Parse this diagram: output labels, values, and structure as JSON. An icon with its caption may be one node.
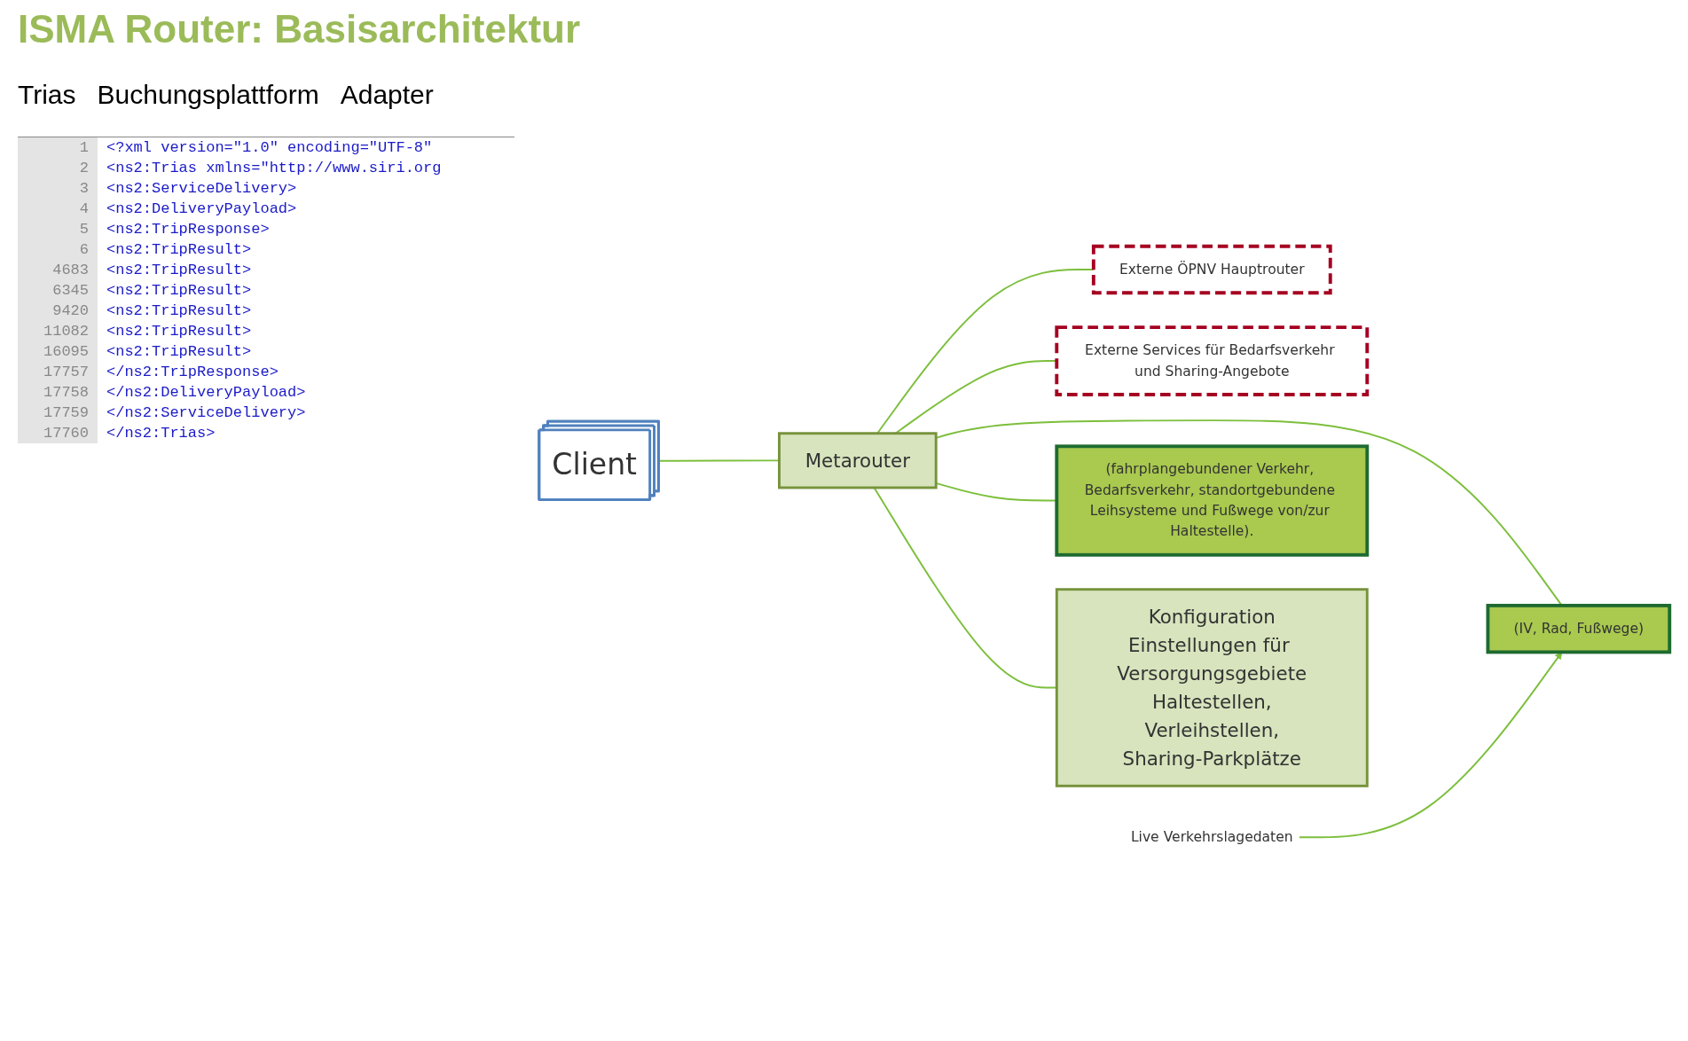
{
  "diagram": {
    "title": "ISMA Router: Basisarchitektur",
    "nodes": [
      {
        "text": [
          "Client"
        ]
      },
      {
        "text": [
          "Metarouter"
        ]
      },
      {
        "text": [
          "Externe ÖPNV Hauptrouter"
        ]
      },
      {
        "text": [
          "Externe Services für Bedarfsverkehr und Sharing-Angebote"
        ]
      },
      {
        "text": [
          "Live Verkehrslagedaten"
        ]
      },
      {
        "text": [
          "(IV, Rad, Fußwege)"
        ]
      },
      {
        "text": [
          "(fahrplangebundener Verkehr, Bedarfsverkehr, standortgebundene Leihsysteme und Fußwege von/zur Haltestelle)."
        ]
      },
      {
        "text": [
          "Konfiguration",
          "Einstellungen für Versorgungsgebiete",
          "Haltestellen,",
          "Verleihstellen,",
          "Sharing-Parkplätze"
        ]
      }
    ],
    "edges": [
      {
        "from": 0,
        "to": 1,
        "arrow": "none"
      },
      {
        "from": 1,
        "to": 2,
        "arrow": "none"
      },
      {
        "from": 1,
        "to": 3,
        "arrow": "none"
      },
      {
        "from": 1,
        "to": 5,
        "arrow": "none"
      },
      {
        "from": 1,
        "to": 6,
        "arrow": "none"
      },
      {
        "from": 1,
        "to": 7,
        "arrow": "none"
      },
      {
        "from": 4,
        "to": 5,
        "arrow": "to"
      }
    ],
    "labels": [
      "Trias",
      "Buchungsplattform",
      "Adapter",
      "1",
      "<?xml version=\"1.0\" encoding=\"UTF-8\"",
      "2",
      "<ns2:Trias xmlns=\"http://www.siri.org",
      "3",
      "<ns2:ServiceDelivery>",
      "4",
      "<ns2:DeliveryPayload>",
      "5",
      "<ns2:TripResponse>",
      "6",
      "<ns2:TripResult>",
      "4683",
      "<ns2:TripResult>",
      "6345",
      "<ns2:TripResult>",
      "9420",
      "<ns2:TripResult>",
      "11082",
      "<ns2:TripResult>",
      "16095",
      "<ns2:TripResult>",
      "17757",
      "</ns2:TripResponse>",
      "17758",
      "</ns2:DeliveryPayload>",
      "17759",
      "</ns2:ServiceDelivery>",
      "17760",
      "</ns2:Trias>"
    ]
  }
}
